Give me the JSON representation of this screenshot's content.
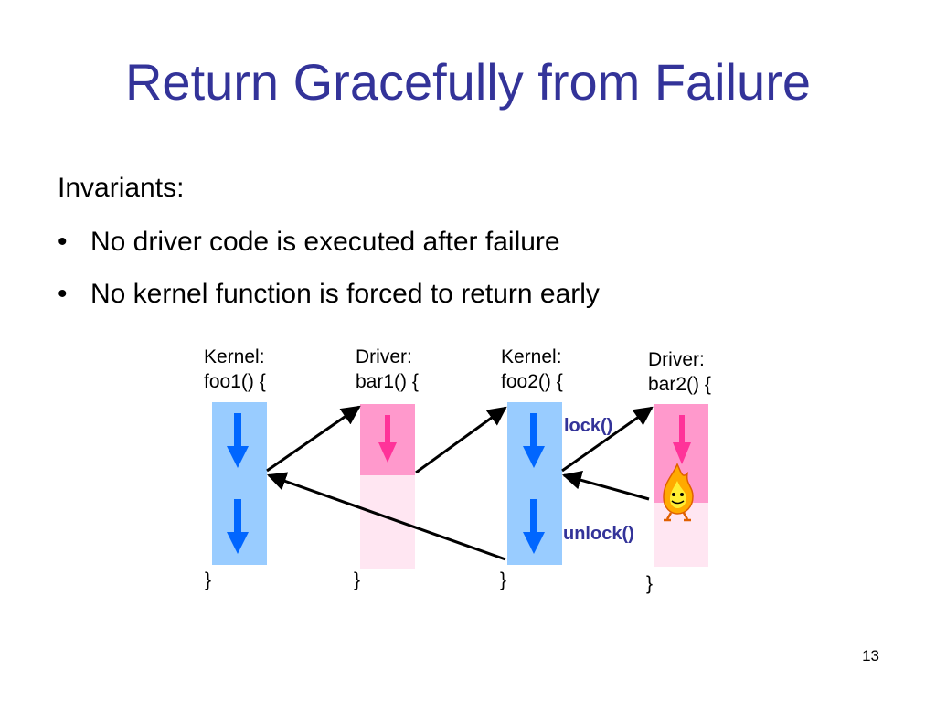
{
  "title": "Return Gracefully from Failure",
  "intro": "Invariants:",
  "bullets": [
    "No driver code is executed after failure",
    "No kernel function is forced to return early"
  ],
  "columns": [
    {
      "kind": "Kernel:",
      "func": "foo1() {",
      "close": "}"
    },
    {
      "kind": "Driver:",
      "func": "bar1() {",
      "close": "}"
    },
    {
      "kind": "Kernel:",
      "func": "foo2() {",
      "close": "}"
    },
    {
      "kind": "Driver:",
      "func": "bar2() {",
      "close": "}"
    }
  ],
  "lock_label": "lock()",
  "unlock_label": "unlock()",
  "page_number": "13",
  "colors": {
    "title": "#333399",
    "kernel_box": "#99ccff",
    "driver_active": "#ff99cc",
    "driver_inactive": "#ffe6f2",
    "kernel_arrow": "#0066ff",
    "driver_arrow": "#ff3399"
  },
  "icons": [
    "down-arrow-icon",
    "fire-failure-icon"
  ]
}
